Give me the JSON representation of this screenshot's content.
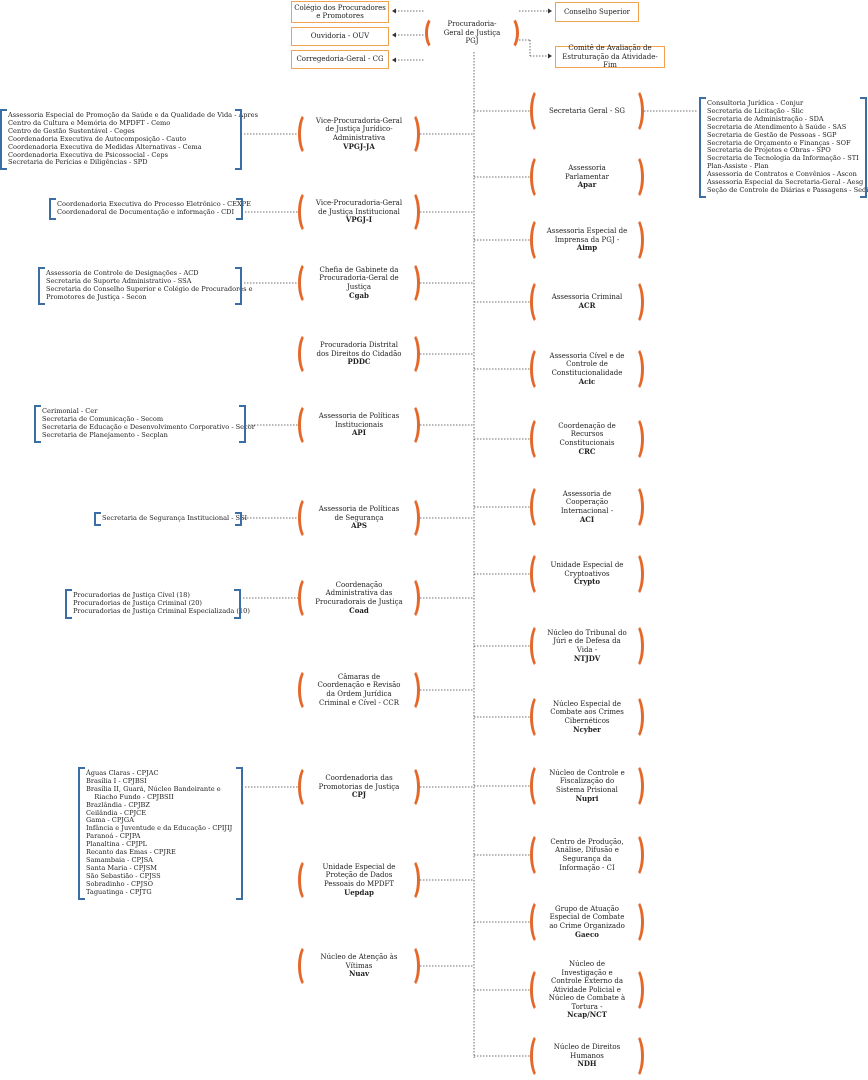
{
  "top": {
    "pgj": {
      "name": "Procuradoria-Geral de Justiça",
      "abbr": "PGJ"
    },
    "left": [
      "Colégio dos Procuradores e Promotores",
      "Ouvidoria - OUV",
      "Corregedoria-Geral - CG"
    ],
    "right": [
      "Conselho Superior",
      "Comitê de Avaliação de Estruturação da Atividade-Fim"
    ]
  },
  "left_units": [
    {
      "name": "Vice-Procuradoria-Geral de Justiça Jurídico-Administrativa",
      "abbr": "VPGJ-JA",
      "items": [
        "Assessoria Especial de Promoção da Saúde e da Qualidade de Vida - Apres",
        "Centro da Cultura e Memória do MPDFT - Cemo",
        "Centro de Gestão Sustentável - Ceges",
        "Coordenadoria Executiva de Autocomposição - Cauto",
        "Coordenadoria Executiva de Medidas Alternativas - Cema",
        "Coordenadoria Executiva de Psicossocial - Ceps",
        "Secretaria de Perícias e Diligências - SPD"
      ]
    },
    {
      "name": "Vice-Procuradoria-Geral de Justiça Institucional",
      "abbr": "VPGJ-I",
      "items": [
        "Coordenadoria Executiva do Processo Eletrônico - CEXPE",
        "Coordenadoral de Documentação e informação - CDI"
      ]
    },
    {
      "name": "Chefia de Gabinete da Procuradoria-Geral de Justiça",
      "abbr": "Cgab",
      "items": [
        "Assessoria de Controle de Designações - ACD",
        "Secretaria de Suporte Administrativo - SSA",
        "Secretaria do Conselho Superior e Colégio de Procuradores e",
        "Promotores de Justiça - Secon"
      ]
    },
    {
      "name": "Procuradoria Distrital dos Direitos do Cidadão",
      "abbr": "PDDC",
      "items": []
    },
    {
      "name": "Assessoria de Políticas Institucionais",
      "abbr": "API",
      "items": [
        "Cerimonial - Cer",
        "Secretaria de Comunicação - Secom",
        "Secretaria de Educação e Desenvolvimento Corporativo - Secor",
        "Secretaria de Planejamento - Secplan"
      ]
    },
    {
      "name": "Assessoria de Políticas de Segurança",
      "abbr": "APS",
      "items": [
        "Secretaria de Segurança Institucional - SSI"
      ]
    },
    {
      "name": "Coordenação Administrativa das Procuradorais de Justiça",
      "abbr": "Coad",
      "items": [
        "Procuradorias de Justiça Cível (18)",
        "Procuradorias de Justiça Criminal (20)",
        "Procuradorias de Justiça Criminal Especializada (10)"
      ]
    },
    {
      "name": "Câmaras de Coordenação e Revisão da Ordem Jurídica Criminal e Cível - CCR",
      "abbr": "",
      "items": []
    },
    {
      "name": "Coordenadoria das Promotorias de Justiça",
      "abbr": "CPJ",
      "items": [
        "Águas Claras - CPJAC",
        "Brasília I - CPJBSI",
        "Brasília II, Guará, Núcleo Bandeirante e",
        "    Riacho Fundo - CPJBSII",
        "Brazlândia - CPJBZ",
        "Ceilândia - CPJCE",
        "Gama - CPJGA",
        "Infância e Juventude e da Educação - CPIJIJ",
        "Paranoá - CPJPA",
        "Planaltina - CPJPL",
        "Recanto das Emas - CPJRE",
        "Samambaia - CPJSA",
        "Santa Maria - CPJSM",
        "São Sebastião - CPJSS",
        "Sobradinho - CPJSO",
        "Taguatinga - CPJTG"
      ]
    },
    {
      "name": "Unidade Especial de Proteção de Dados Pessoais do MPDFT",
      "abbr": "Uepdap",
      "items": []
    },
    {
      "name": "Núcleo de Atenção às Vítimas",
      "abbr": "Nuav",
      "items": []
    }
  ],
  "right_units": [
    {
      "name": "Secretaria Geral - SG",
      "abbr": "",
      "items": [
        "Consultoria Jurídica - Conjur",
        "Secretaria de Licitação - Slic",
        "Secretaria de Administração - SDA",
        "Secretaria de Atendimento à Saúde - SAS",
        "Secretaria de Gestão de Pessoas - SGP",
        "Secretaria de Orçamento e Finanças - SOF",
        "Secretaria de Projetos e Obras - SPO",
        "Secretaria de Tecnologia da Informação - STI",
        "Plan-Assiste - Plan",
        "Assessoria de Contratos e Convênios - Ascon",
        "Assessoria Especial da Secretaria-Geral - Aesg",
        "Seção de Controle de Diárias e Passagens - Sedip"
      ]
    },
    {
      "name": "Assessoria Parlamentar",
      "abbr": "Apar",
      "items": []
    },
    {
      "name": "Assessoria Especial de Imprensa da PGJ -",
      "abbr": "Aimp",
      "items": []
    },
    {
      "name": "Assessoria Criminal",
      "abbr": "ACR",
      "items": []
    },
    {
      "name": "Assessoria Cível e de Controle de Constitucionalidade",
      "abbr": "Acic",
      "items": []
    },
    {
      "name": "Coordenação de Recursos Constitucionais",
      "abbr": "CRC",
      "items": []
    },
    {
      "name": "Assessoria de Cooperação Internacional -",
      "abbr": "ACI",
      "items": []
    },
    {
      "name": "Unidade Especial de Cryptoativos",
      "abbr": "Crypto",
      "items": []
    },
    {
      "name": "Núcleo do Tribunal do Júri e de Defesa da Vida -",
      "abbr": "NTJDV",
      "items": []
    },
    {
      "name": "Núcleo Especial de Combate aos Crimes Cibernéticos",
      "abbr": "Ncyber",
      "items": []
    },
    {
      "name": "Núcleo de Controle e Fiscalização do Sistema Prisional",
      "abbr": "Nupri",
      "items": []
    },
    {
      "name": "Centro de Produção, Análise, Difusão e Segurança da Informação - CI",
      "abbr": "",
      "items": []
    },
    {
      "name": "Grupo de Atuação Especial de Combate ao Crime Organizado",
      "abbr": "Gaeco",
      "items": []
    },
    {
      "name": "Núcleo de Investigação e Controle Externo da Atividade Policial e Núcleo de Combate à Tortura -",
      "abbr": "Ncap/NCT",
      "items": []
    },
    {
      "name": "Núcleo de Direitos Humanos",
      "abbr": "NDH",
      "items": []
    }
  ],
  "colors": {
    "orange": "#e4682a",
    "light_orange": "#f2a34d",
    "blue": "#3a6ea5"
  }
}
